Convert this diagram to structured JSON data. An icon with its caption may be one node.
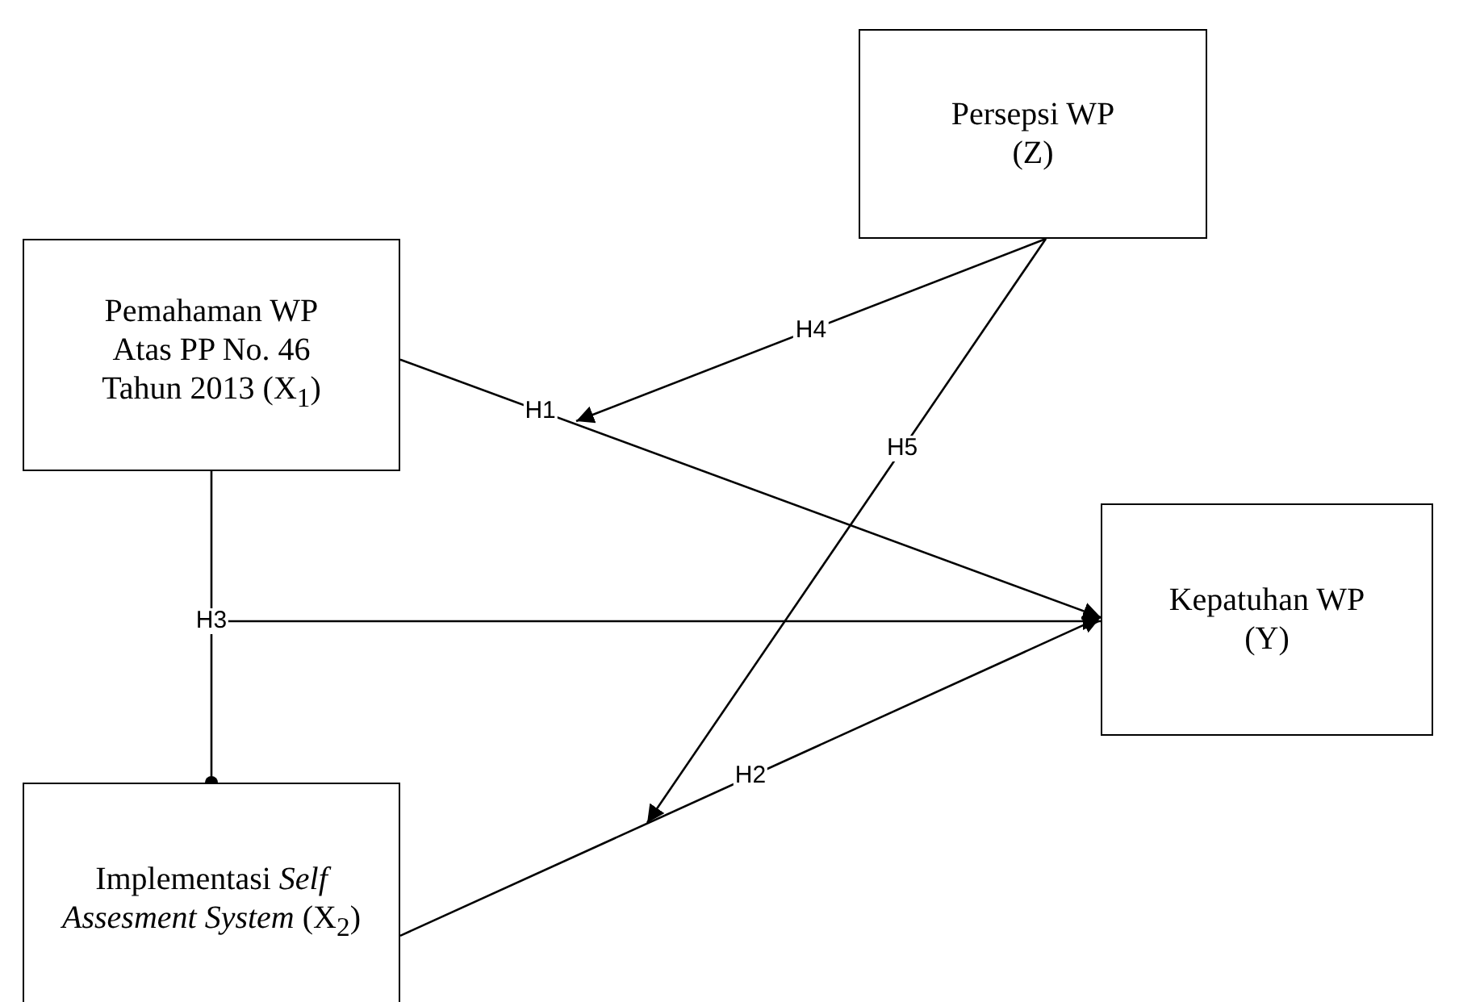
{
  "diagram": {
    "nodes": [
      {
        "text": [
          "Persepsi WP (Z)"
        ]
      },
      {
        "text": [
          "Pemahaman WP Atas PP No. 46 Tahun 2013 (X$_{1}$)"
        ]
      },
      {
        "text": [
          "Kepatuhan WP (Y)"
        ]
      },
      {
        "text": [
          "Implementasi *Self Assesment System* (X$_{2}$)"
        ]
      }
    ],
    "edges": [
      {
        "from": 1,
        "to": 2,
        "arrow": "to",
        "label": "H1"
      },
      {
        "from": 3,
        "to": 2,
        "arrow": "to",
        "label": "H2"
      },
      {
        "from": 1,
        "to": 3,
        "arrow": "other"
      },
      {
        "from": null,
        "to": 2,
        "arrow": "to",
        "label": "H3"
      },
      {
        "from": 0,
        "to": null,
        "arrow": "to",
        "label": "H4"
      },
      {
        "from": 0,
        "to": null,
        "arrow": "to",
        "label": "H5"
      }
    ]
  }
}
